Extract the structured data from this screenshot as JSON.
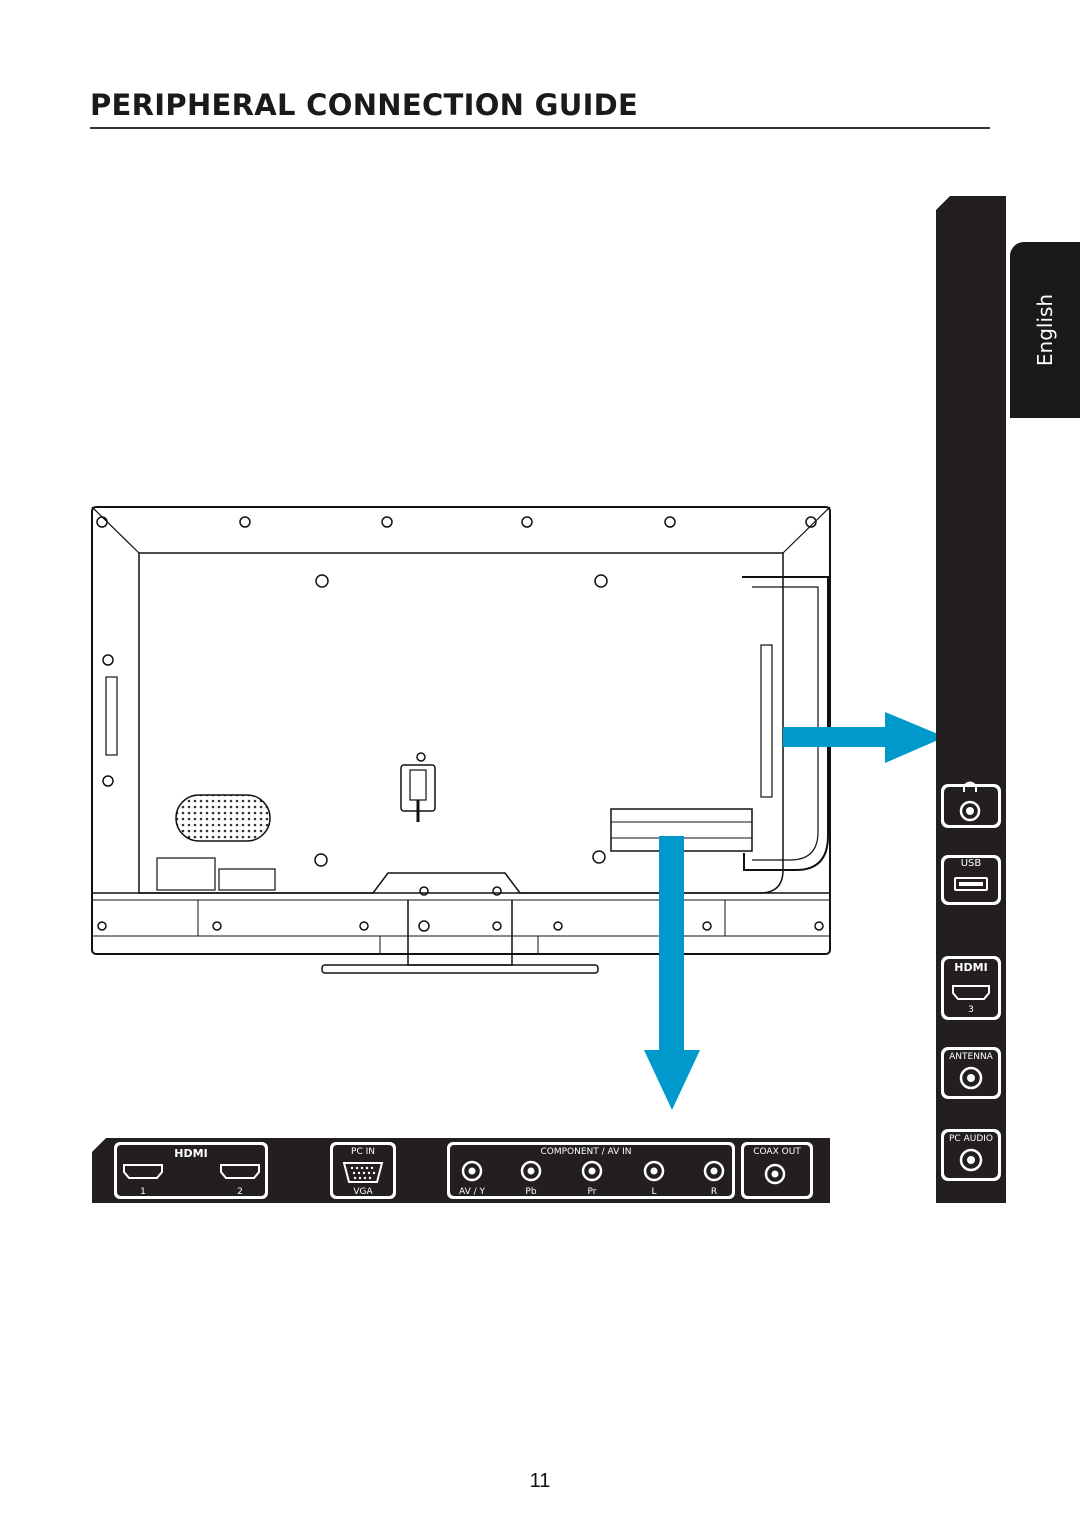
{
  "page": {
    "title": "PERIPHERAL CONNECTION GUIDE",
    "language_tab": "English",
    "page_number": "11"
  },
  "side_panel": {
    "ports": [
      {
        "label": "",
        "icon": "headphone-icon",
        "type": "audio-jack"
      },
      {
        "label": "USB",
        "type": "usb"
      },
      {
        "label": "",
        "logo": "HDMI",
        "number": "3",
        "type": "hdmi"
      },
      {
        "label": "ANTENNA",
        "type": "coax"
      },
      {
        "label": "PC AUDIO",
        "type": "audio-jack"
      }
    ]
  },
  "bottom_panel": {
    "hdmi_logo": "HDMI",
    "hdmi_ports": [
      "1",
      "2"
    ],
    "pc_in": {
      "header": "PC IN",
      "footer": "VGA"
    },
    "component": {
      "header": "COMPONENT / AV IN",
      "jacks": [
        "AV / Y",
        "Pb",
        "Pr",
        "L",
        "R"
      ]
    },
    "coax_out": {
      "header": "COAX OUT"
    }
  },
  "colors": {
    "arrow": "#0099cc",
    "panel": "#231f20",
    "text": "#1a1a1a"
  }
}
